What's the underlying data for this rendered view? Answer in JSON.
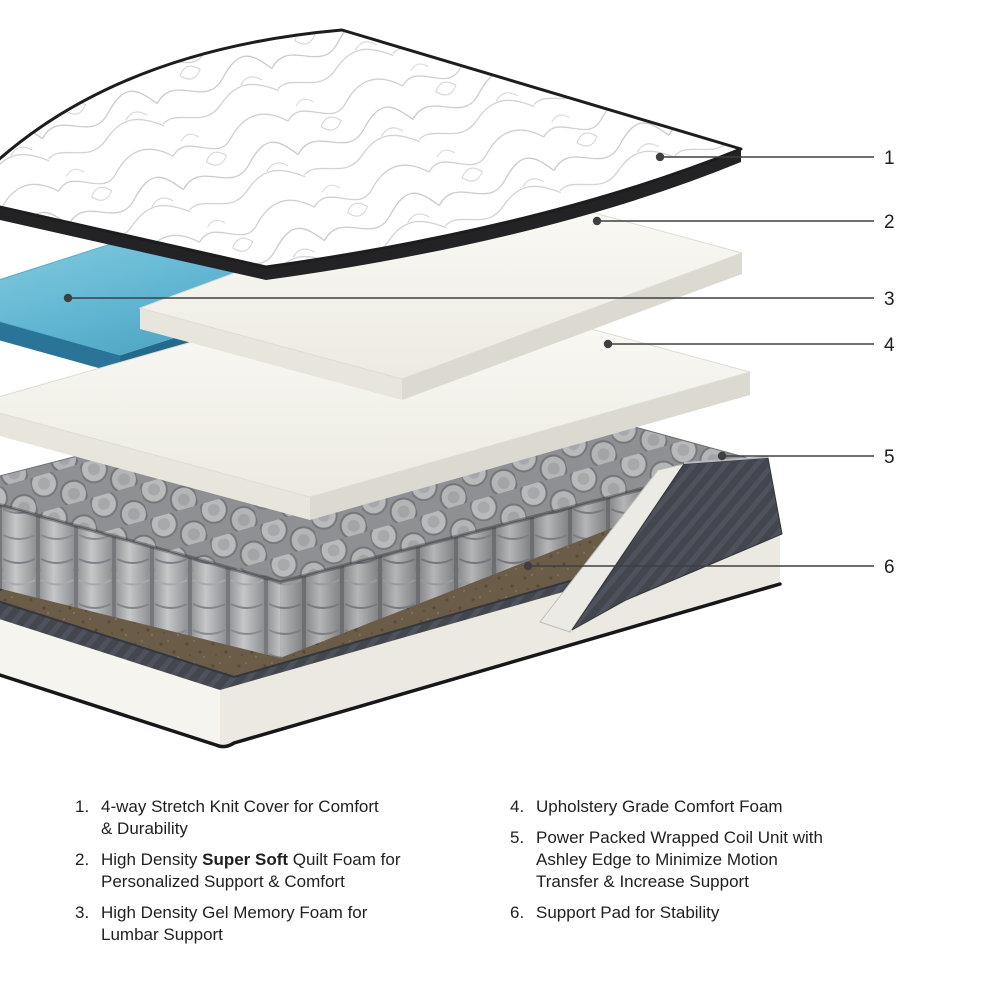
{
  "diagram": {
    "callouts": [
      {
        "label": "1"
      },
      {
        "label": "2"
      },
      {
        "label": "3"
      },
      {
        "label": "4"
      },
      {
        "label": "5"
      },
      {
        "label": "6"
      }
    ]
  },
  "legend": {
    "items": [
      {
        "number": "1.",
        "text": "4-way Stretch Knit Cover for Comfort\n& Durability"
      },
      {
        "number": "2.",
        "text_before": "High Density ",
        "bold": "Super Soft",
        "text_after": " Quilt Foam for\nPersonalized Support & Comfort"
      },
      {
        "number": "3.",
        "text": "High Density Gel Memory Foam for\nLumbar Support"
      },
      {
        "number": "4.",
        "text": "Upholstery Grade Comfort Foam"
      },
      {
        "number": "5.",
        "text": "Power Packed Wrapped Coil Unit with\nAshley Edge to Minimize Motion\nTransfer & Increase Support"
      },
      {
        "number": "6.",
        "text": "Support Pad for Stability"
      }
    ]
  },
  "colors": {
    "gel_blue": "#5FB4D1",
    "gel_dark": "#2A7597",
    "coil_gray": "#77787B",
    "pad_brown": "#6B5C47",
    "border_charcoal": "#43464D",
    "border_charcoal_stripe": "#4D525C",
    "callout_line": "#3F3F41",
    "text": "#1F1F20"
  }
}
